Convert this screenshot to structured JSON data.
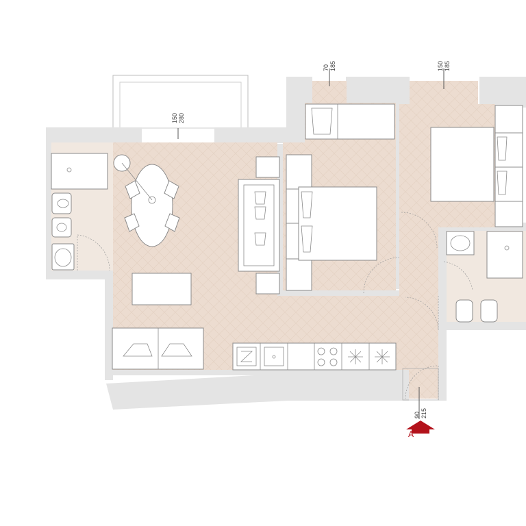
{
  "dimensions": [
    {
      "id": "living-window",
      "width": "150",
      "height": "280"
    },
    {
      "id": "bedroom2-window",
      "width": "70",
      "height": "185"
    },
    {
      "id": "bedroom1-window",
      "width": "150",
      "height": "185"
    },
    {
      "id": "entrance-door",
      "width": "90",
      "height": "215"
    }
  ],
  "entrance": {
    "label": "A"
  },
  "colors": {
    "floor": "#ecdcd0",
    "wall": "#e4e4e4",
    "furniture_stroke": "#8a8a8a",
    "entrance_marker": "#b3121b"
  }
}
